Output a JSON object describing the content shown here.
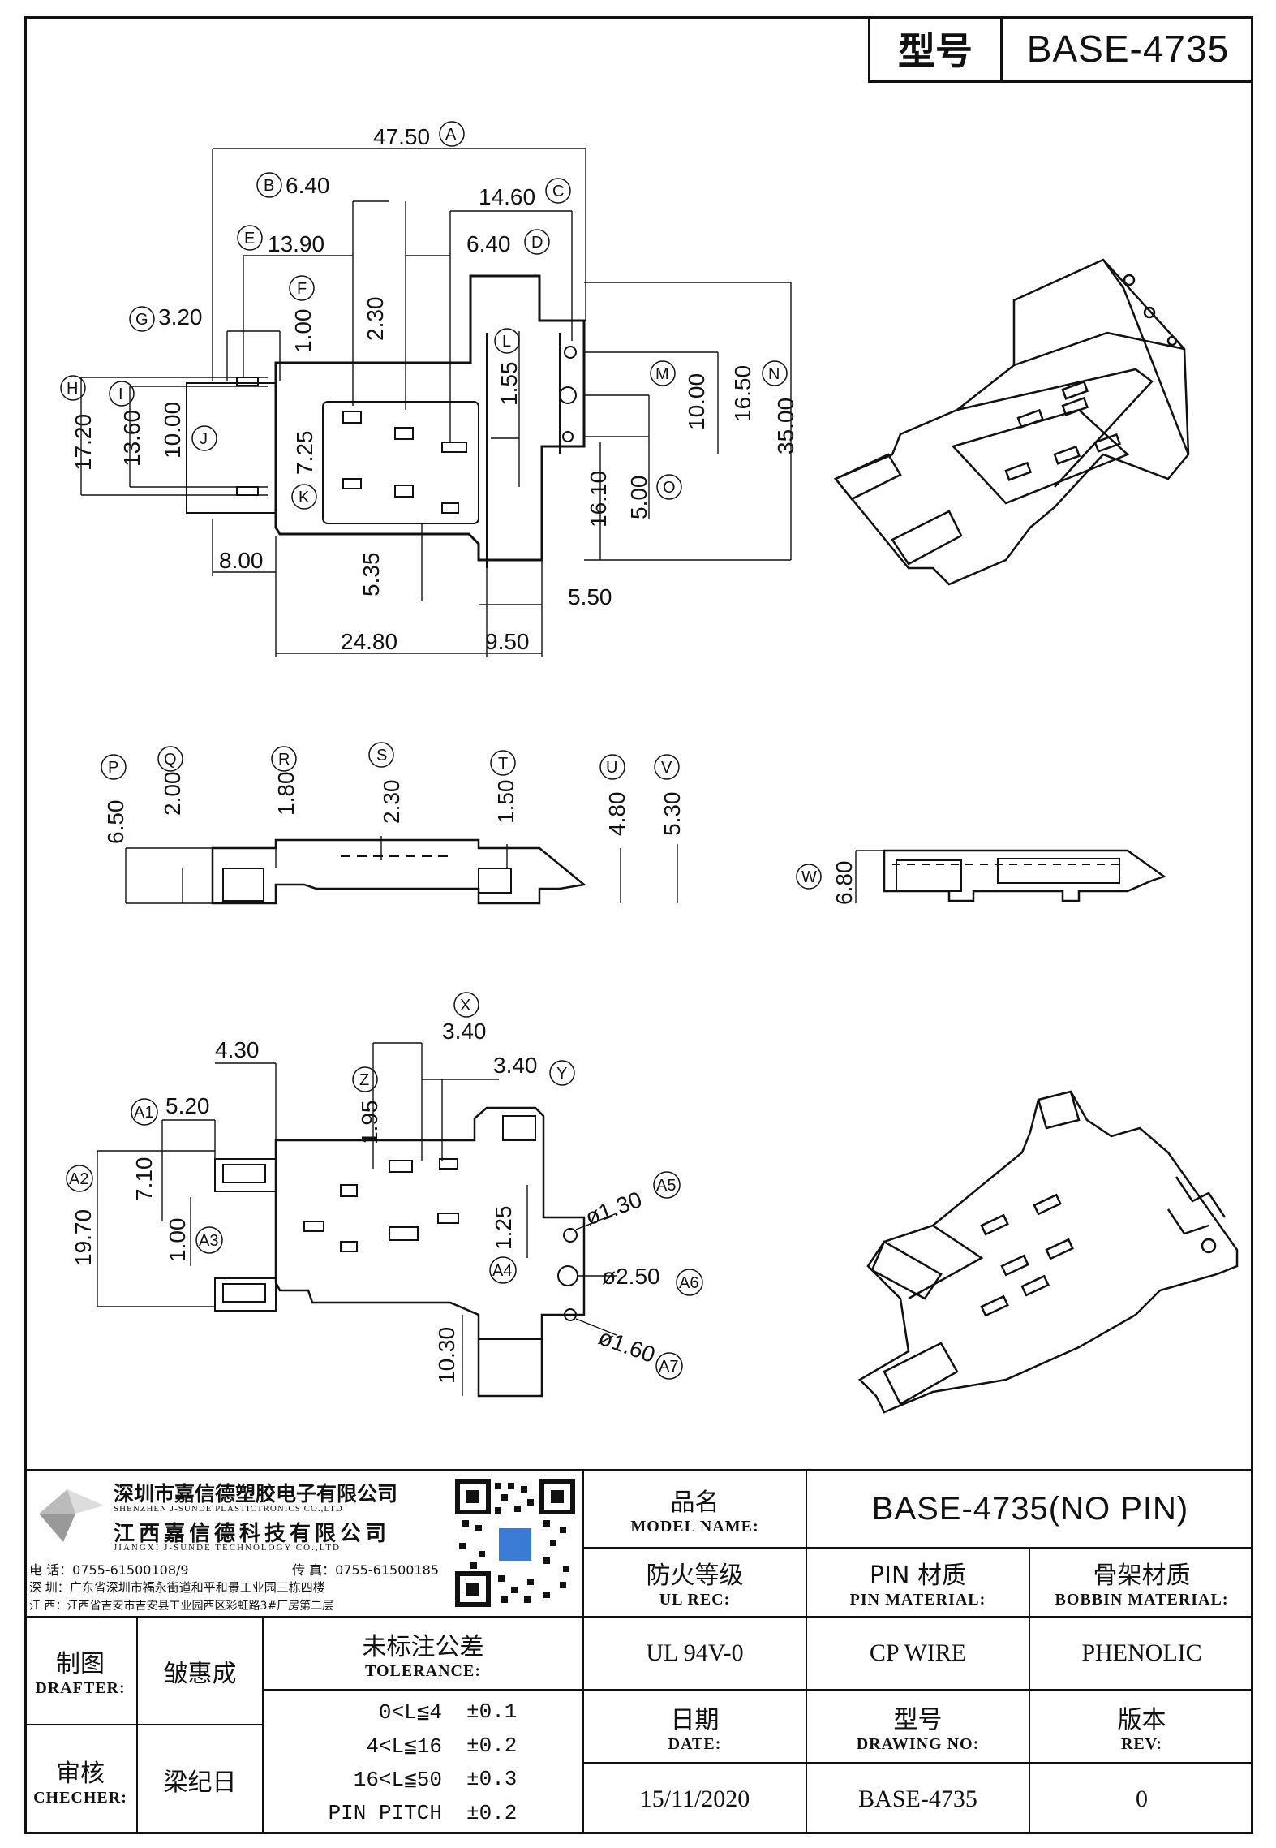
{
  "header": {
    "model_key": "型号",
    "model_value": "BASE-4735"
  },
  "top_view": {
    "dims": [
      {
        "id": "dim-47-50",
        "text": "47.50"
      },
      {
        "id": "dim-6-40-b",
        "text": "6.40"
      },
      {
        "id": "dim-14-60",
        "text": "14.60"
      },
      {
        "id": "dim-13-90",
        "text": "13.90"
      },
      {
        "id": "dim-6-40-d",
        "text": "6.40"
      },
      {
        "id": "dim-3-20",
        "text": "3.20"
      },
      {
        "id": "dim-1-00",
        "text": "1.00"
      },
      {
        "id": "dim-2-30",
        "text": "2.30"
      },
      {
        "id": "dim-1-55",
        "text": "1.55"
      },
      {
        "id": "dim-10-00",
        "text": "10.00"
      },
      {
        "id": "dim-16-50",
        "text": "16.50"
      },
      {
        "id": "dim-35-00",
        "text": "35.00"
      },
      {
        "id": "dim-17-20",
        "text": "17.20"
      },
      {
        "id": "dim-13-60",
        "text": "13.60"
      },
      {
        "id": "dim-10-00-j",
        "text": "10.00"
      },
      {
        "id": "dim-7-25",
        "text": "7.25"
      },
      {
        "id": "dim-16-10",
        "text": "16.10"
      },
      {
        "id": "dim-5-00",
        "text": "5.00"
      },
      {
        "id": "dim-8-00",
        "text": "8.00"
      },
      {
        "id": "dim-5-35",
        "text": "5.35"
      },
      {
        "id": "dim-5-50",
        "text": "5.50"
      },
      {
        "id": "dim-24-80",
        "text": "24.80"
      },
      {
        "id": "dim-9-50",
        "text": "9.50"
      }
    ],
    "labels": [
      "A",
      "B",
      "C",
      "D",
      "E",
      "F",
      "G",
      "H",
      "I",
      "J",
      "K",
      "L",
      "M",
      "N",
      "O"
    ]
  },
  "side_view": {
    "dims": [
      {
        "id": "dim-6-50",
        "text": "6.50"
      },
      {
        "id": "dim-2-00",
        "text": "2.00"
      },
      {
        "id": "dim-1-80",
        "text": "1.80"
      },
      {
        "id": "dim-2-30-s",
        "text": "2.30"
      },
      {
        "id": "dim-1-50",
        "text": "1.50"
      },
      {
        "id": "dim-4-80",
        "text": "4.80"
      },
      {
        "id": "dim-5-30",
        "text": "5.30"
      },
      {
        "id": "dim-6-80",
        "text": "6.80"
      }
    ],
    "labels": [
      "P",
      "Q",
      "R",
      "S",
      "T",
      "U",
      "V",
      "W"
    ]
  },
  "bottom_view": {
    "dims": [
      {
        "id": "dim-4-30",
        "text": "4.30"
      },
      {
        "id": "dim-3-40-x",
        "text": "3.40"
      },
      {
        "id": "dim-3-40-y",
        "text": "3.40"
      },
      {
        "id": "dim-5-20",
        "text": "5.20"
      },
      {
        "id": "dim-1-95",
        "text": "1.95"
      },
      {
        "id": "dim-7-10",
        "text": "7.10"
      },
      {
        "id": "dim-19-70",
        "text": "19.70"
      },
      {
        "id": "dim-1-00-b",
        "text": "1.00"
      },
      {
        "id": "dim-1-25",
        "text": "1.25"
      },
      {
        "id": "dim-phi-1-30",
        "text": "ø1.30"
      },
      {
        "id": "dim-phi-2-50",
        "text": "ø2.50"
      },
      {
        "id": "dim-phi-1-60",
        "text": "ø1.60"
      },
      {
        "id": "dim-10-30",
        "text": "10.30"
      }
    ],
    "labels": [
      "X",
      "Y",
      "Z",
      "A1",
      "A2",
      "A3",
      "A4",
      "A5",
      "A6",
      "A7"
    ]
  },
  "company": {
    "name_sz": "深圳市嘉信德塑胶电子有限公司",
    "name_sz_en": "SHENZHEN J-SUNDE PLASTICTRONICS CO.,LTD",
    "name_jx": "江西嘉信德科技有限公司",
    "name_jx_en": "JIANGXI J-SUNDE TECHNOLOGY CO.,LTD",
    "phone": "电 话：0755-61500108/9",
    "fax": "传 真：0755-61500185",
    "addr_sz": "深 圳：广东省深圳市福永街道和平和景工业园三栋四楼",
    "addr_jx": "江 西：江西省吉安市吉安县工业园西区彩虹路3#厂房第二层"
  },
  "title_block": {
    "model_name_zh": "品名",
    "model_name_en": "MODEL NAME:",
    "model_name_val": "BASE-4735(NO PIN)",
    "ul_zh": "防火等级",
    "ul_en": "UL REC:",
    "pin_mat_zh": "PIN 材质",
    "pin_mat_en": "PIN MATERIAL:",
    "bobbin_zh": "骨架材质",
    "bobbin_en": "BOBBIN MATERIAL:",
    "ul_val": "UL 94V-0",
    "pin_val": "CP WIRE",
    "bobbin_val": "PHENOLIC",
    "date_zh": "日期",
    "date_en": "DATE:",
    "drawing_zh": "型号",
    "drawing_en": "DRAWING NO:",
    "rev_zh": "版本",
    "rev_en": "REV:",
    "date_val": "15/11/2020",
    "drawing_val": "BASE-4735",
    "rev_val": "0",
    "drafter_zh": "制图",
    "drafter_en": "DRAFTER:",
    "drafter_name": "皱惠成",
    "checker_zh": "审核",
    "checker_en": "CHECHER:",
    "checker_name": "梁纪日",
    "tol_zh": "未标注公差",
    "tol_en": "TOLERANCE:",
    "tol_rows": [
      {
        "range": "0<L≦4",
        "tol": "±0.1"
      },
      {
        "range": "4<L≦16",
        "tol": "±0.2"
      },
      {
        "range": "16<L≦50",
        "tol": "±0.3"
      },
      {
        "range": "PIN PITCH",
        "tol": "±0.2"
      }
    ]
  }
}
